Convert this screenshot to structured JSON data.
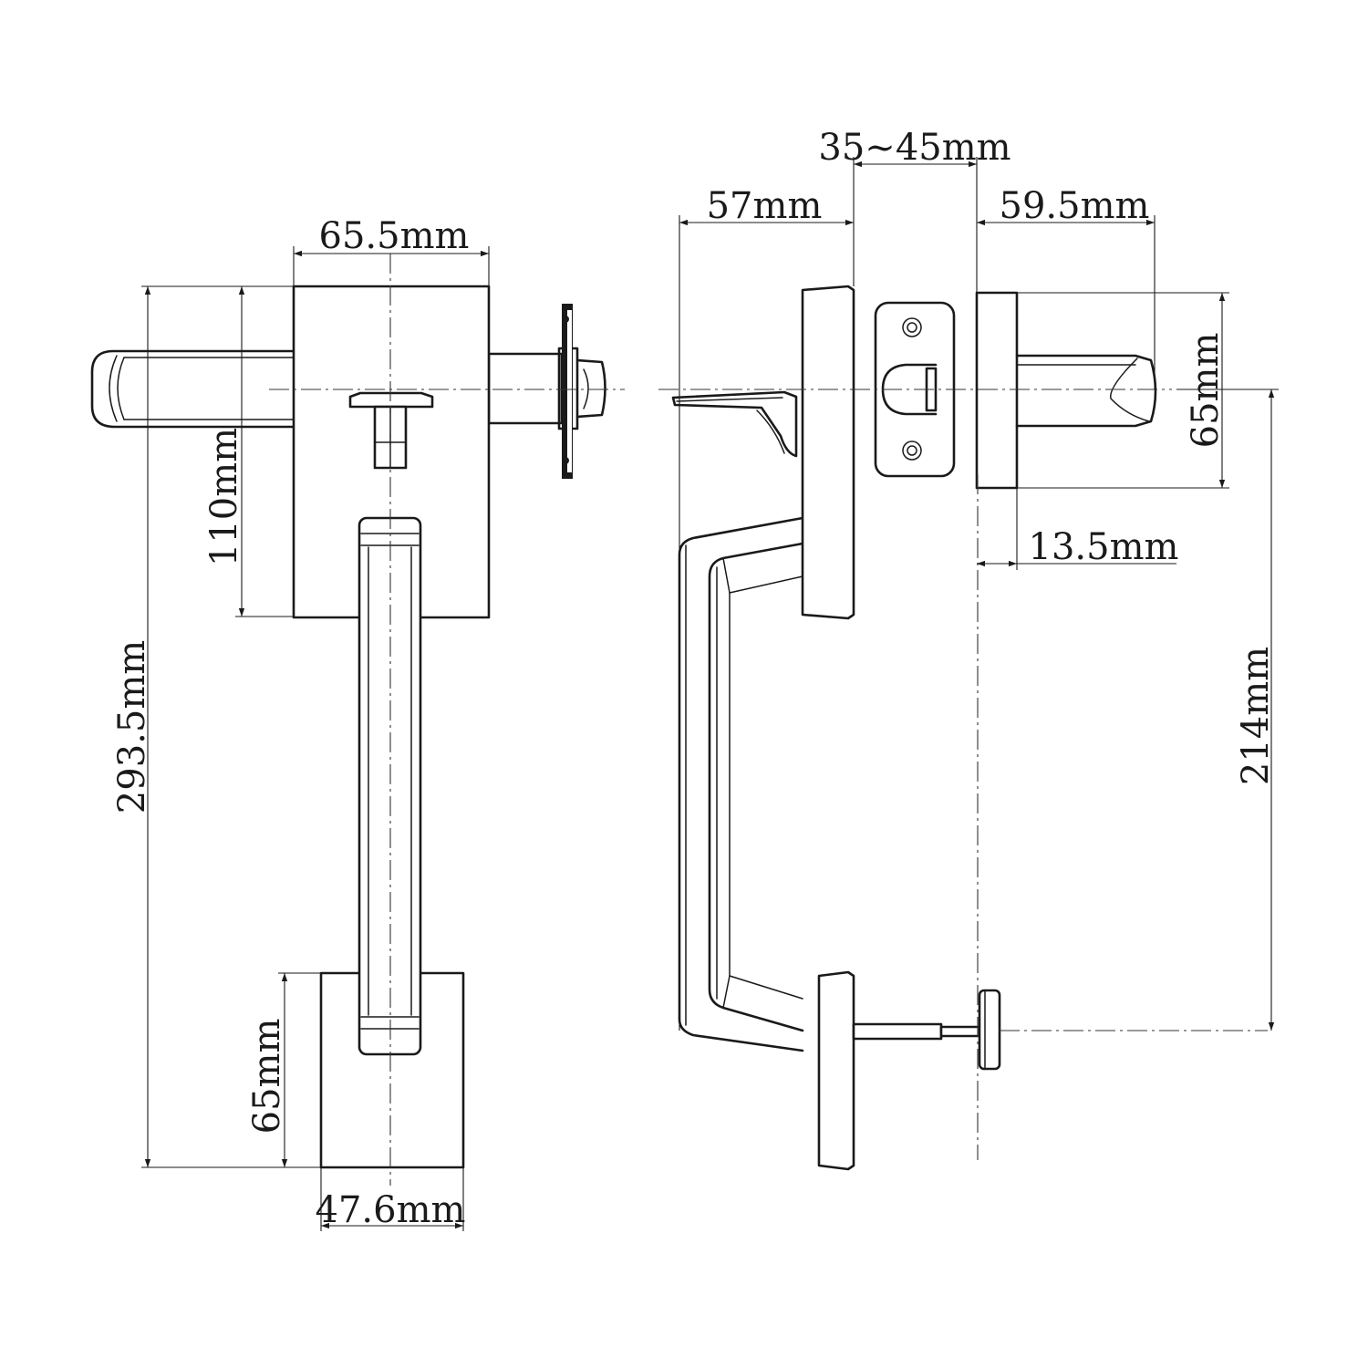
{
  "dimensions": {
    "front_plate_width": "65.5mm",
    "lever_offset_height": "110mm",
    "overall_height": "293.5mm",
    "bottom_plate_height": "65mm",
    "bottom_plate_width": "47.6mm",
    "door_thickness": "35~45mm",
    "outer_projection": "57mm",
    "inner_lever_projection": "59.5mm",
    "inner_rose_diameter": "65mm",
    "rose_thickness": "13.5mm",
    "lever_to_thumbturn": "214mm"
  },
  "colors": {
    "line": "#1a1a1a",
    "background": "#ffffff"
  }
}
